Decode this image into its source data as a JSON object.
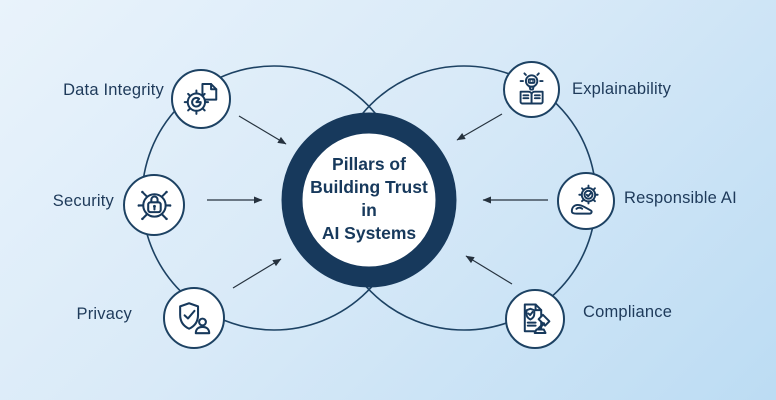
{
  "title": {
    "lines": [
      "Pillars of",
      "Building Trust",
      "in",
      "AI Systems"
    ]
  },
  "pillars": [
    {
      "label": "Data Integrity",
      "icon": "gear-document-icon"
    },
    {
      "label": "Security",
      "icon": "lock-circuit-icon"
    },
    {
      "label": "Privacy",
      "icon": "shield-check-user-icon"
    },
    {
      "label": "Explainability",
      "icon": "lightbulb-book-icon"
    },
    {
      "label": "Responsible AI",
      "icon": "hand-gear-check-icon"
    },
    {
      "label": "Compliance",
      "icon": "document-gavel-icon"
    }
  ],
  "colors": {
    "background_top_left": "#e9f3fb",
    "background_bottom_right": "#bcdcf3",
    "navy": "#17395c",
    "circle_outline": "#1d4263",
    "arrow": "#26323e",
    "label_text": "#1e3a5a"
  }
}
